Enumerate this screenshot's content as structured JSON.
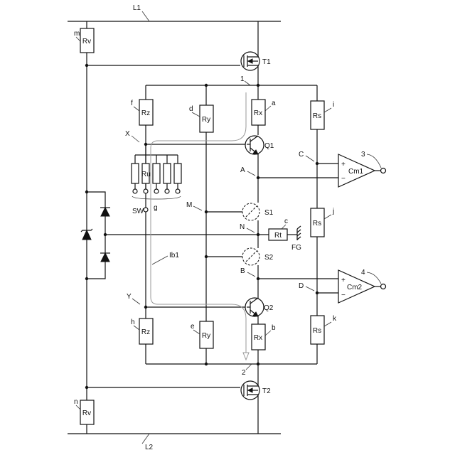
{
  "lines": {
    "l1": "L1",
    "l2": "L2"
  },
  "components": {
    "rv_top": "Rv",
    "rv_bottom": "Rv",
    "rz_top": "Rz",
    "rz_bottom": "Rz",
    "ry_top": "Ry",
    "ry_bottom": "Ry",
    "rx_top": "Rx",
    "rx_bottom": "Rx",
    "rs_top": "Rs",
    "rs_mid": "Rs",
    "rs_bottom": "Rs",
    "ru": "Ru",
    "rt": "Rt",
    "t1": "T1",
    "t2": "T2",
    "q1": "Q1",
    "q2": "Q2",
    "s1": "S1",
    "s2": "S2",
    "cm1": "Cm1",
    "cm2": "Cm2",
    "sw": "SW",
    "fg": "FG"
  },
  "refs": {
    "m": "m",
    "n": "n",
    "f": "f",
    "h": "h",
    "d": "d",
    "e": "e",
    "a": "a",
    "b": "b",
    "i": "i",
    "j": "j",
    "k": "k",
    "c": "c",
    "g": "g",
    "x": "X",
    "y": "Y",
    "m_node": "M",
    "n_node": "N",
    "node_a": "A",
    "node_b": "B",
    "node_c": "C",
    "node_d": "D",
    "one": "1",
    "two": "2",
    "three": "3",
    "four": "4",
    "ib1": "Ib1"
  },
  "comparator_signs": {
    "plus": "+",
    "minus": "−"
  }
}
